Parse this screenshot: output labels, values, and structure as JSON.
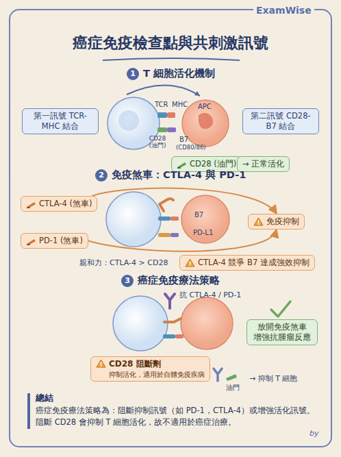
{
  "diagram": {
    "title": "癌症免疫檢查點與共刺激訊號",
    "nodes": [
      {
        "text": [
          "1",
          "T 細胞活化機制"
        ]
      },
      {
        "text": [
          "第一訊號 TCR-MHC 結合"
        ]
      },
      {
        "text": [
          "第二訊號 CD28-B7 結合"
        ]
      },
      {
        "text": [
          "CD28 (油門)"
        ]
      },
      {
        "text": [
          "→ 正常活化"
        ]
      },
      {
        "text": [
          "2",
          "免疫煞車：CTLA-4 與 PD-1"
        ]
      },
      {
        "text": [
          "CTLA-4 (煞車)"
        ]
      },
      {
        "text": [
          "PD-1 (煞車)"
        ]
      },
      {
        "text": [
          "免疫抑制"
        ]
      },
      {
        "text": [
          "CTLA-4 競爭 B7 達成強效抑制"
        ]
      },
      {
        "text": [
          "3",
          "癌症免疫療法策略"
        ]
      },
      {
        "text": [
          "放開免疫煞車 增強抗腫瘤反應"
        ]
      },
      {
        "text": [
          "CD28 阻斷劑",
          "抑制活化，適用於自體免疫疾病"
        ]
      },
      {
        "text": [
          "總結",
          "癌症免疫療法策略為：阻斷抑制訊號（如 PD-1，CTLA-4）或增強活化訊號。 阻斷 CD28 會抑制 T 細胞活化，故不適用於癌症治療。"
        ]
      }
    ],
    "edges": [
      {
        "from": 6,
        "to": 8,
        "arrow": "to"
      },
      {
        "from": 7,
        "to": 8,
        "arrow": "to"
      }
    ],
    "labels": [
      "ExamWise",
      "TCR",
      "MHC",
      "APC",
      "B7",
      "(CD80/86)",
      "CD28 (油門)",
      "B7",
      "PD-L1",
      "親和力：CTLA-4 > CD28",
      "抗 CTLA-4 / PD-1",
      "油門",
      "→ 抑制 T 細胞",
      "by"
    ]
  }
}
